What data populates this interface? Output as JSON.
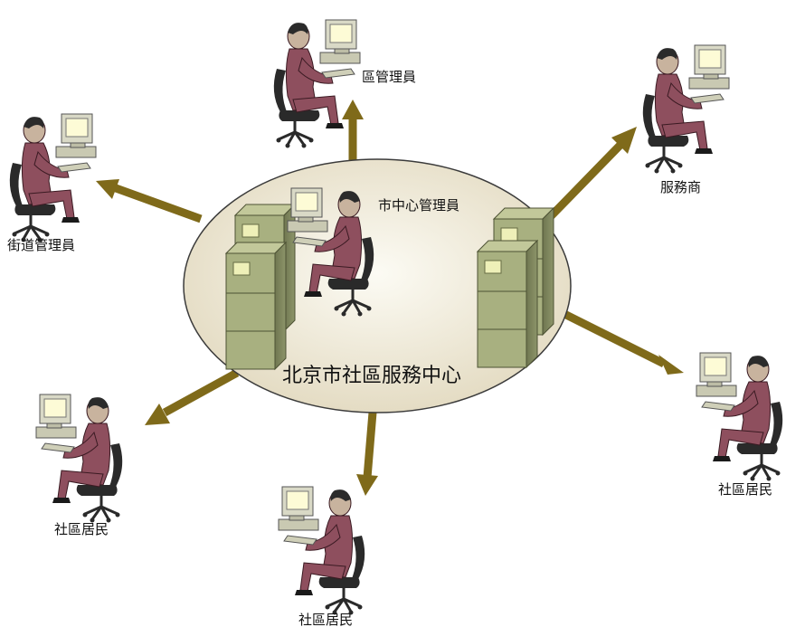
{
  "center": {
    "title": "北京市社區服務中心",
    "admin_label": "市中心管理員"
  },
  "nodes": [
    {
      "id": "district-admin",
      "label": "區管理員",
      "direction": "up"
    },
    {
      "id": "street-admin",
      "label": "街道管理員",
      "direction": "left"
    },
    {
      "id": "service-provider",
      "label": "服務商",
      "direction": "up-right"
    },
    {
      "id": "resident-right",
      "label": "社區居民",
      "direction": "down-right"
    },
    {
      "id": "resident-bottom",
      "label": "社區居民",
      "direction": "down"
    },
    {
      "id": "resident-left",
      "label": "社區居民",
      "direction": "down-left"
    }
  ],
  "colors": {
    "arrow": "#7f6a1a",
    "ellipse_fill_center": "#fbf9ef",
    "ellipse_fill_edge": "#e4dcc4",
    "server": "#a8b080",
    "server_dark": "#7a8258",
    "person_body": "#8e4f5e",
    "chair": "#2a2a2a",
    "computer": "#d9d9c6",
    "screen": "#fdfbd6"
  }
}
